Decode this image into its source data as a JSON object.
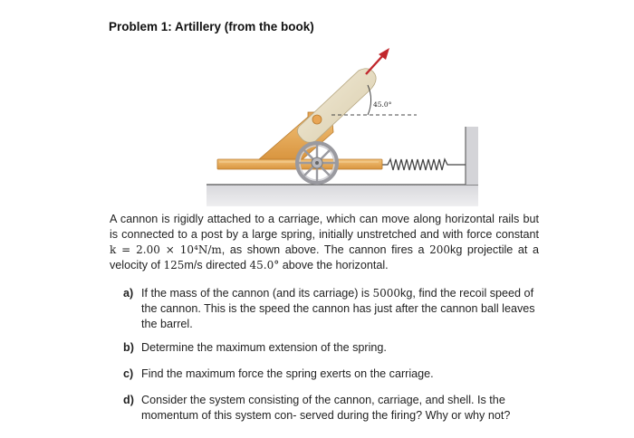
{
  "title": "Problem 1: Artillery (from the book)",
  "figure": {
    "angle_label": "45.0°"
  },
  "paragraph": {
    "p1": "A cannon is rigidly attached to a carriage, which can move along horizontal rails but is connected to a post by a large spring, initially unstretched and with force constant ",
    "k_value": "k = 2.00 × 10⁴N/m",
    "p2": ", as shown above. The cannon fires a ",
    "mass_proj": "200",
    "p3": "kg projectile at a velocity of ",
    "velocity": "125",
    "p4": "m/s directed ",
    "angle": "45.0°",
    "p5": " above the horizontal."
  },
  "questions": {
    "a": {
      "label": "a)",
      "t1": "If the mass of the cannon (and its carriage) is ",
      "mass": "5000",
      "t2": "kg, find the recoil speed of the cannon. This is the speed the cannon has just after the cannon ball leaves the barrel."
    },
    "b": {
      "label": "b)",
      "text": "Determine the maximum extension of the spring."
    },
    "c": {
      "label": "c)",
      "text": "Find the maximum force the spring exerts on the carriage."
    },
    "d": {
      "label": "d)",
      "text": "Consider the system consisting of the cannon, carriage, and shell. Is the momentum of this system con- served during the firing? Why or why not?"
    }
  }
}
